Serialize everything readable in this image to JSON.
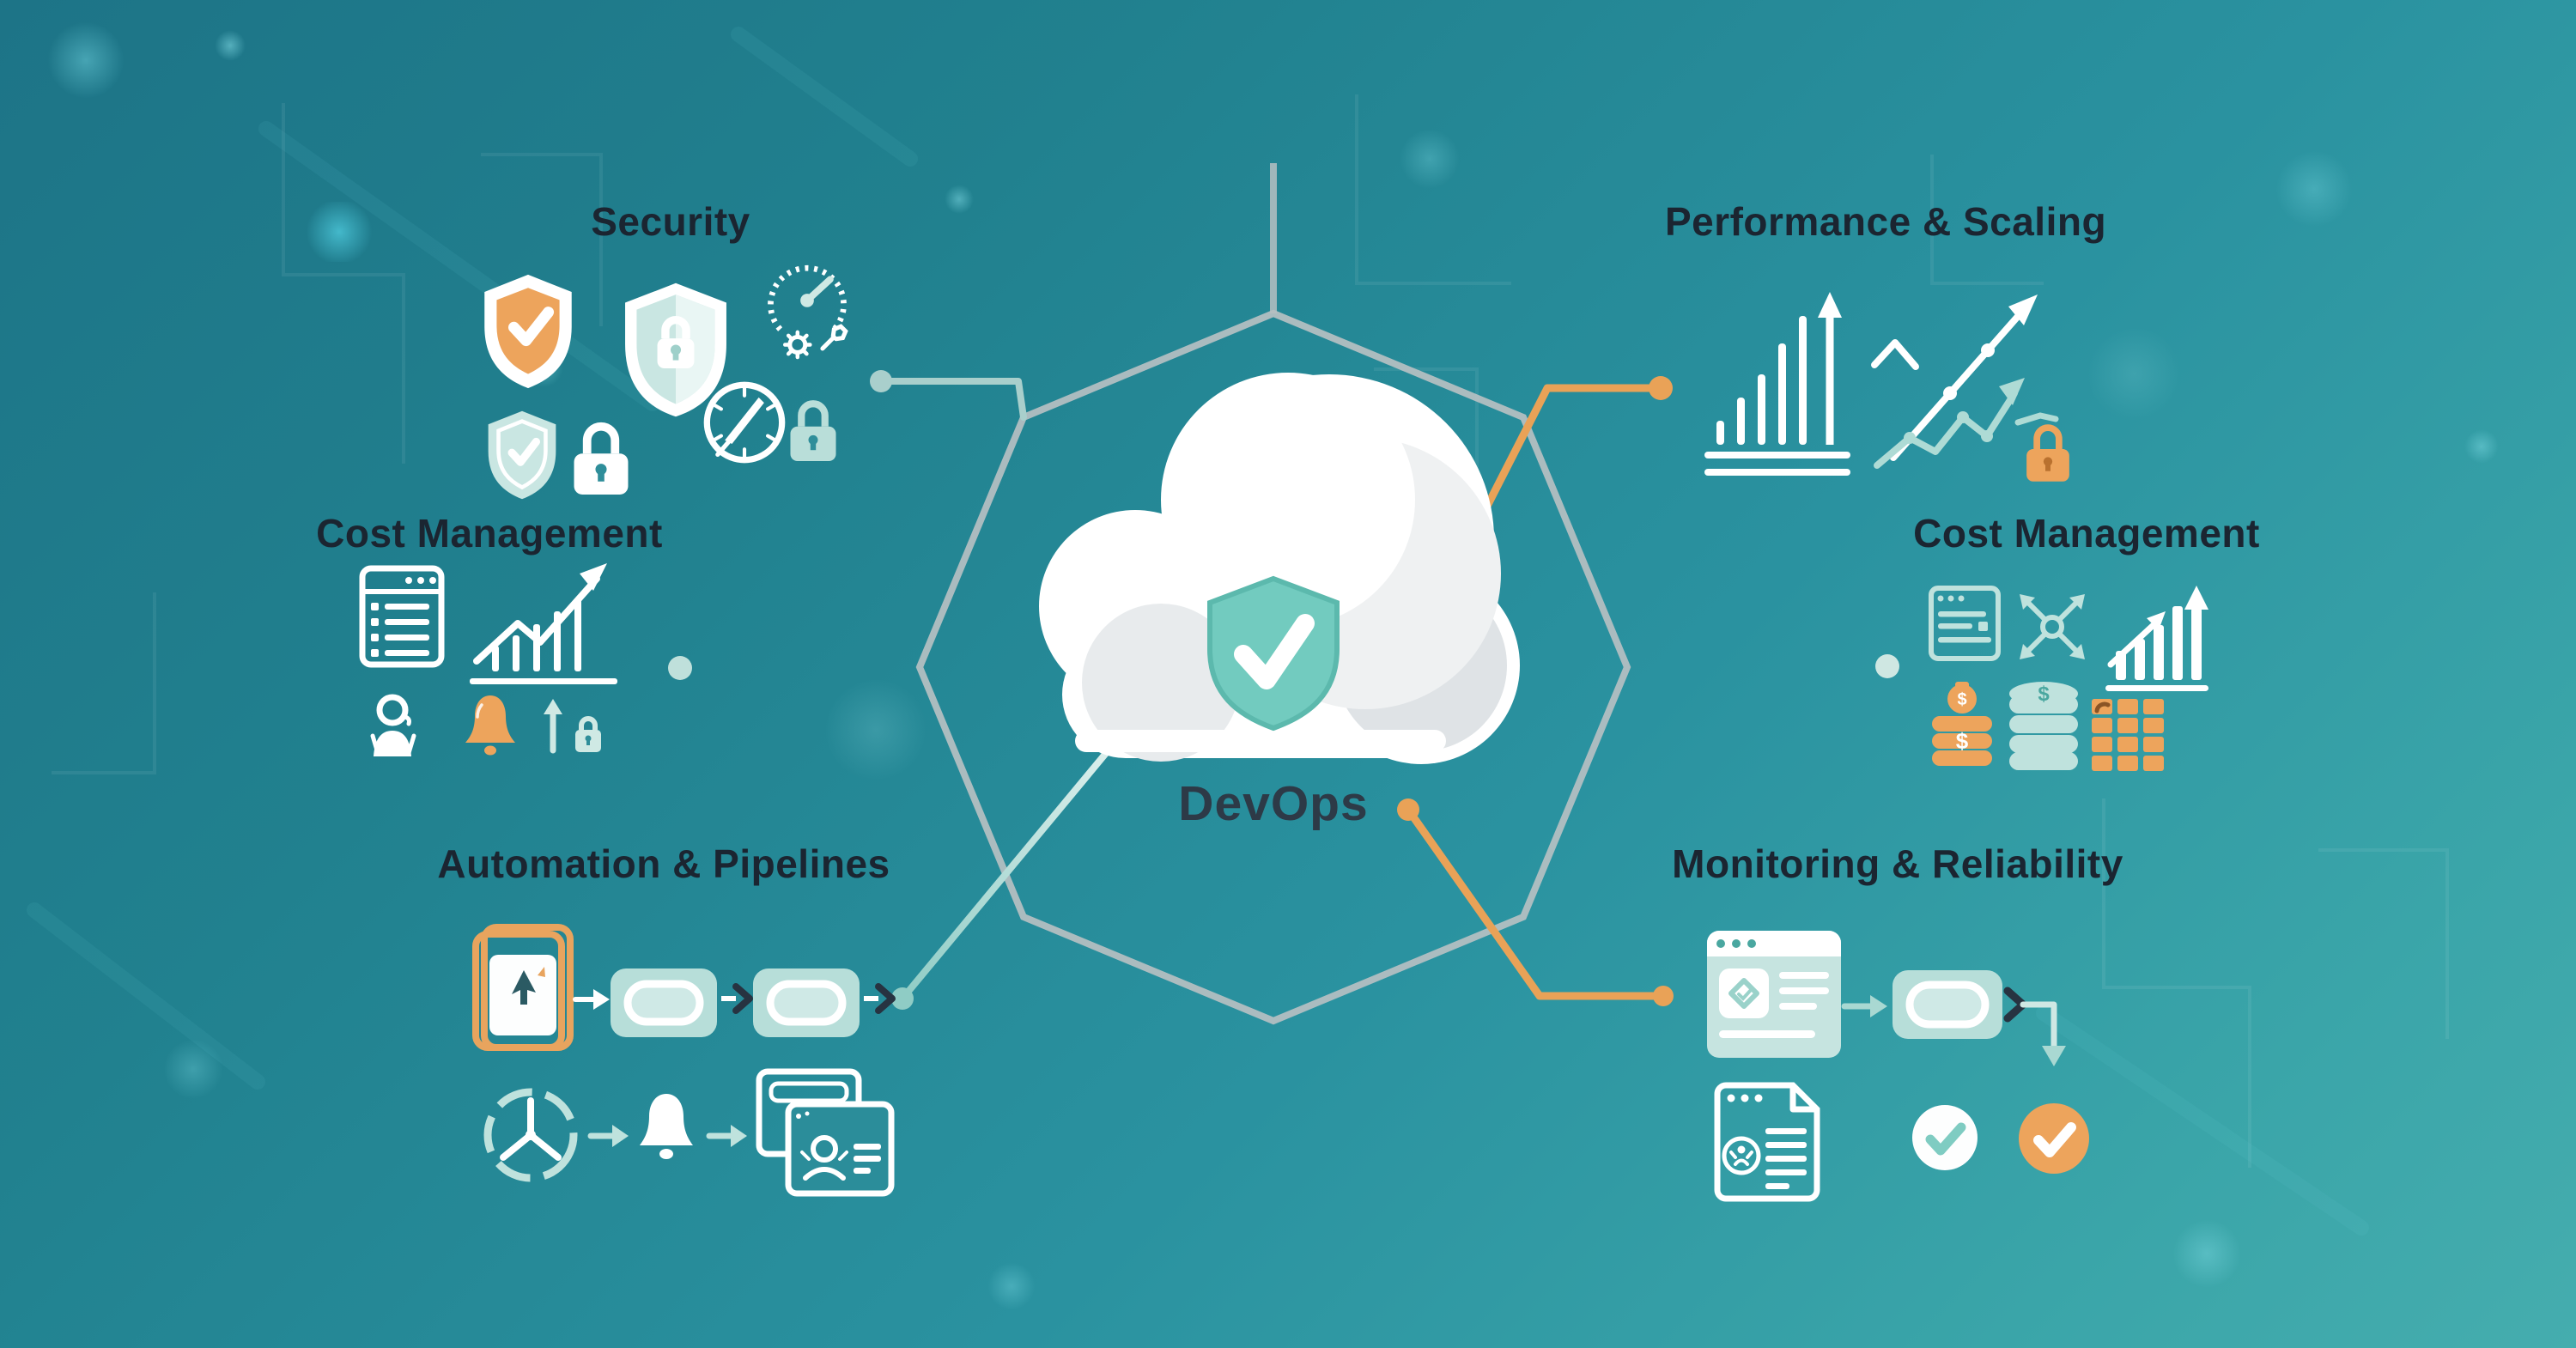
{
  "title": {
    "center_label": "DevOps"
  },
  "sections": {
    "security": {
      "title": "Security",
      "icons": [
        "shield-check-icon",
        "shield-lock-icon",
        "gauge-gear-icon",
        "shield-check-small-icon",
        "lock-white-icon",
        "gauge-needle-icon",
        "lock-mint-icon"
      ]
    },
    "performance": {
      "title": "Performance & Scaling",
      "icons": [
        "bar-chart-growth-icon",
        "line-chart-white-icon",
        "line-chart-mint-icon",
        "lock-orange-icon"
      ]
    },
    "cost_left": {
      "title": "Cost Management",
      "icons": [
        "browser-list-icon",
        "growth-chart-icon",
        "user-icon",
        "bell-orange-icon",
        "arrow-up-lock-icon"
      ]
    },
    "cost_right": {
      "title": "Cost Management",
      "icons": [
        "report-list-icon",
        "scale-arrows-icon",
        "bar-chart-arrow-icon",
        "money-bag-coins-icon",
        "coin-stack-icon",
        "cost-grid-icon"
      ]
    },
    "automation": {
      "title": "Automation & Pipelines",
      "icons": [
        "deploy-doc-icon",
        "pipeline-stage-icon",
        "pipeline-stage-icon",
        "scheduler-icon",
        "bell-white-icon",
        "release-windows-icon"
      ]
    },
    "monitoring": {
      "title": "Monitoring & Reliability",
      "icons": [
        "dashboard-browser-icon",
        "pipeline-stage-icon",
        "incident-doc-icon",
        "check-circle-white-icon",
        "check-circle-orange-icon"
      ]
    }
  },
  "colors": {
    "background_top_left": "#1d7487",
    "background_bottom_right": "#45adae",
    "accent_orange": "#eda45c",
    "mint": "#b9ded9",
    "pale_mint": "#cfe9e4",
    "white": "#ffffff",
    "dark_text": "#1b2531",
    "shield_teal": "#72cbbf",
    "octagon_grey": "#b6c0c2",
    "chevron_dark": "#273341"
  }
}
